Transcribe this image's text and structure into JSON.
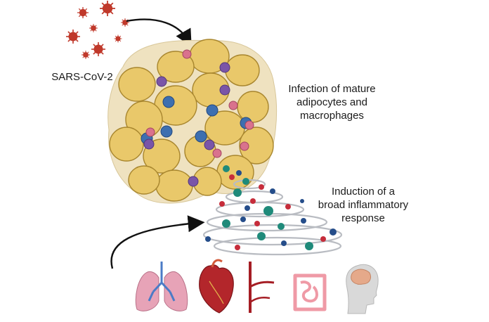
{
  "labels": {
    "virus": "SARS-CoV-2",
    "infection": "Infection of mature adipocytes and macrophages",
    "induction": "Induction of a broad inflammatory response"
  },
  "colors": {
    "virus": "#c0392b",
    "adipocyte_fill": "#e9c86a",
    "adipocyte_edge": "#a8862e",
    "tissue_bg": "#efe2c0",
    "macrophage": "#7a55a8",
    "immune_blue": "#3d6fb0",
    "immune_pink": "#d9728d",
    "cytokine_teal": "#1f8a7a",
    "cytokine_navy": "#254d8a",
    "cytokine_red": "#c62d3b",
    "spiral": "#b9bcc2",
    "arrow": "#111111",
    "lung": "#e7a3b7",
    "heart": "#b3262b",
    "vessel": "#a51d24",
    "intestine": "#ef9aa6",
    "brain_head": "#d9d9d9"
  },
  "organs": [
    "lungs-icon",
    "heart-icon",
    "blood-vessel-icon",
    "intestine-icon",
    "brain-head-icon"
  ]
}
